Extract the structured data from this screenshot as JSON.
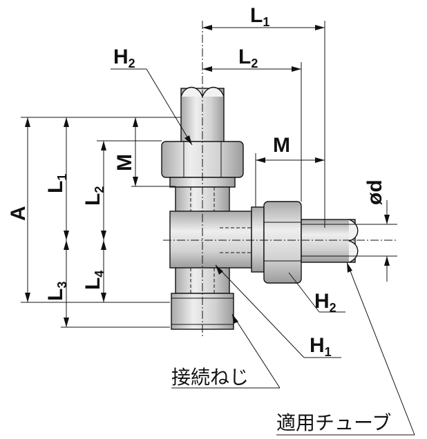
{
  "dimensions": {
    "L1_top": {
      "main": "L",
      "sub": "1"
    },
    "L2_top": {
      "main": "L",
      "sub": "2"
    },
    "M_right": "M",
    "H2_top": {
      "main": "H",
      "sub": "2"
    },
    "A": "A",
    "L1_left": {
      "main": "L",
      "sub": "1"
    },
    "M_left": "M",
    "L2_left": {
      "main": "L",
      "sub": "2"
    },
    "L3": {
      "main": "L",
      "sub": "3"
    },
    "L4": {
      "main": "L",
      "sub": "4"
    },
    "od": "ød",
    "H2_bottom": {
      "main": "H",
      "sub": "2"
    },
    "H1": {
      "main": "H",
      "sub": "1"
    }
  },
  "callouts": {
    "connection_thread": "接続ねじ",
    "applicable_tube": "適用チューブ"
  },
  "colors": {
    "metal_body": "#d9d9d9",
    "metal_dark": "#bdbdbd",
    "tube": "#cfcfcf",
    "line": "#111111"
  }
}
